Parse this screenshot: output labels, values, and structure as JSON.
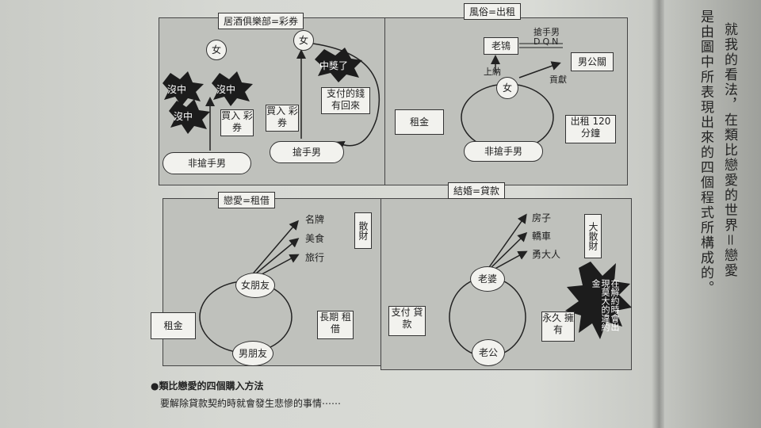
{
  "panels": {
    "tl": {
      "title": "居酒俱樂部=彩券",
      "woman1": "女",
      "woman2": "女",
      "miss1": "沒中",
      "miss2": "沒中",
      "miss3": "沒中",
      "win": "中獎了",
      "buy1": "買入 彩券",
      "buy2": "買入 彩券",
      "payback": "支付的錢 有回來",
      "nonloser": "非搶手男",
      "popular": "搶手男"
    },
    "tr": {
      "title": "風俗=出租",
      "boss": "老鴇",
      "popular_label": "搶手男",
      "dqn": "DQN",
      "host": "男公關",
      "tribute": "上納",
      "devote": "貢獻",
      "woman": "女",
      "rent": "租金",
      "lease": "出租 120分鐘",
      "nonloser": "非搶手男"
    },
    "bl": {
      "title": "戀愛=租借",
      "items": [
        "名牌",
        "美食",
        "旅行"
      ],
      "spend": "散財",
      "girlfriend": "女朋友",
      "rent": "租金",
      "longterm": "長期 租借",
      "boyfriend": "男朋友"
    },
    "br": {
      "title": "結婚=貸款",
      "items": [
        "房子",
        "轎車",
        "勇大人"
      ],
      "bigspend": "大散財",
      "wife": "老婆",
      "loan": "支付 貸款",
      "forever": "永久 擁有",
      "penalty": "在解約時會出現莫大的違約金",
      "husband": "老公"
    }
  },
  "caption": {
    "line1": "●類比戀愛的四個購入方法",
    "line2": "要解除貸款契約時就會發生悲慘的事情⋯⋯"
  },
  "text_columns": [
    "就我的看法，在類比戀愛的世界＝戀愛",
    "是由圖中所表現出來的四個程式所構成的。"
  ]
}
